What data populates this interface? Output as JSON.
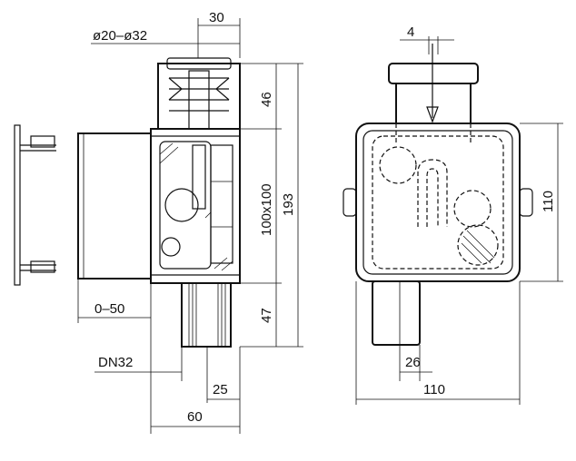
{
  "dimensions": {
    "dia_range": "ø20–ø32",
    "top_width": "30",
    "inlet_height": "46",
    "box_size": "100x100",
    "total_height": "193",
    "outlet_height": "47",
    "depth_range": "0–50",
    "dn_label": "DN32",
    "outlet_offset": "25",
    "bottom_width": "60",
    "right_offset": "4",
    "right_height": "110",
    "right_outlet_offset": "26",
    "right_width": "110"
  }
}
